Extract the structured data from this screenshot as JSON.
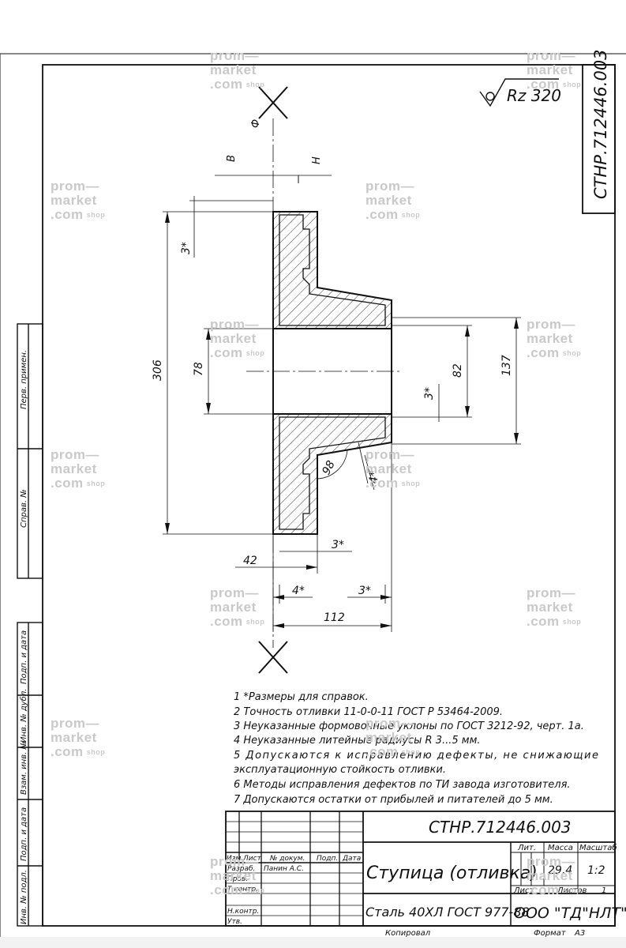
{
  "drawing": {
    "doc_code": "СТНР.712446.003",
    "roughness": "Rz 320",
    "section_marks": {
      "phi": "Ф",
      "v": "В",
      "n": "Н"
    },
    "dimensions": {
      "d306": "306",
      "d78": "78",
      "d82": "82",
      "d137": "137",
      "d3_top": "3*",
      "d3_hub": "3*",
      "d3_bottom": "3*",
      "d3_right": "3*",
      "d4": "4*",
      "d42": "42",
      "d112": "112",
      "angle": "98",
      "d4_side": "4*"
    }
  },
  "notes": [
    "1  *Размеры для справок.",
    "2  Точность отливки 11-0-0-11 ГОСТ Р 53464-2009.",
    "3  Неуказанные формовочные уклоны по ГОСТ 3212-92, черт. 1а.",
    "4  Неуказанные литейные радиусы R 3...5 мм.",
    "5  Допускаются      к      исправлению      дефекты,      не      снижающие",
    "эксплуатационную стойкость отливки.",
    "6  Методы исправления дефектов по ТИ завода изготовителя.",
    "7  Допускаются остатки от прибылей и питателей до 5 мм."
  ],
  "title_block": {
    "code": "СТНР.712446.003",
    "name": "Ступица (отливка)",
    "material": "Сталь 40ХЛ ГОСТ 977-88",
    "company": "ООО \"ТД\"НЛТ\"",
    "lit": "Лит.",
    "mass_label": "Масса",
    "scale_label": "Масштаб",
    "mass": "29,4",
    "scale": "1:2",
    "sheet_label": "Лист",
    "sheets_label": "Листов",
    "sheets": "1",
    "col_izm": "Изм.",
    "col_list": "Лист",
    "col_doc": "№ докум.",
    "col_sign": "Подп.",
    "col_date": "Дата",
    "row_razrab": "Разраб.",
    "razrab_name": "Панин А.С.",
    "row_prov": "Пров.",
    "row_tkontr": "Т.контр.",
    "row_nkontr": "Н.контр.",
    "row_utv": "Утв.",
    "kopiroval": "Копировал",
    "format_label": "Формат",
    "format": "А3"
  },
  "side_labels": {
    "perv_primen": "Перв. примен.",
    "sprav": "Справ. №",
    "podp_data1": "Подп. и дата",
    "inv_dubl": "Инв. № дубл.",
    "vzam_inv": "Взам. инв. №",
    "podp_data2": "Подп. и дата",
    "inv_podl": "Инв. № подл."
  },
  "watermark": {
    "line1": "prom—",
    "line2": "market",
    "line3": ".com",
    "shop": "shop"
  }
}
